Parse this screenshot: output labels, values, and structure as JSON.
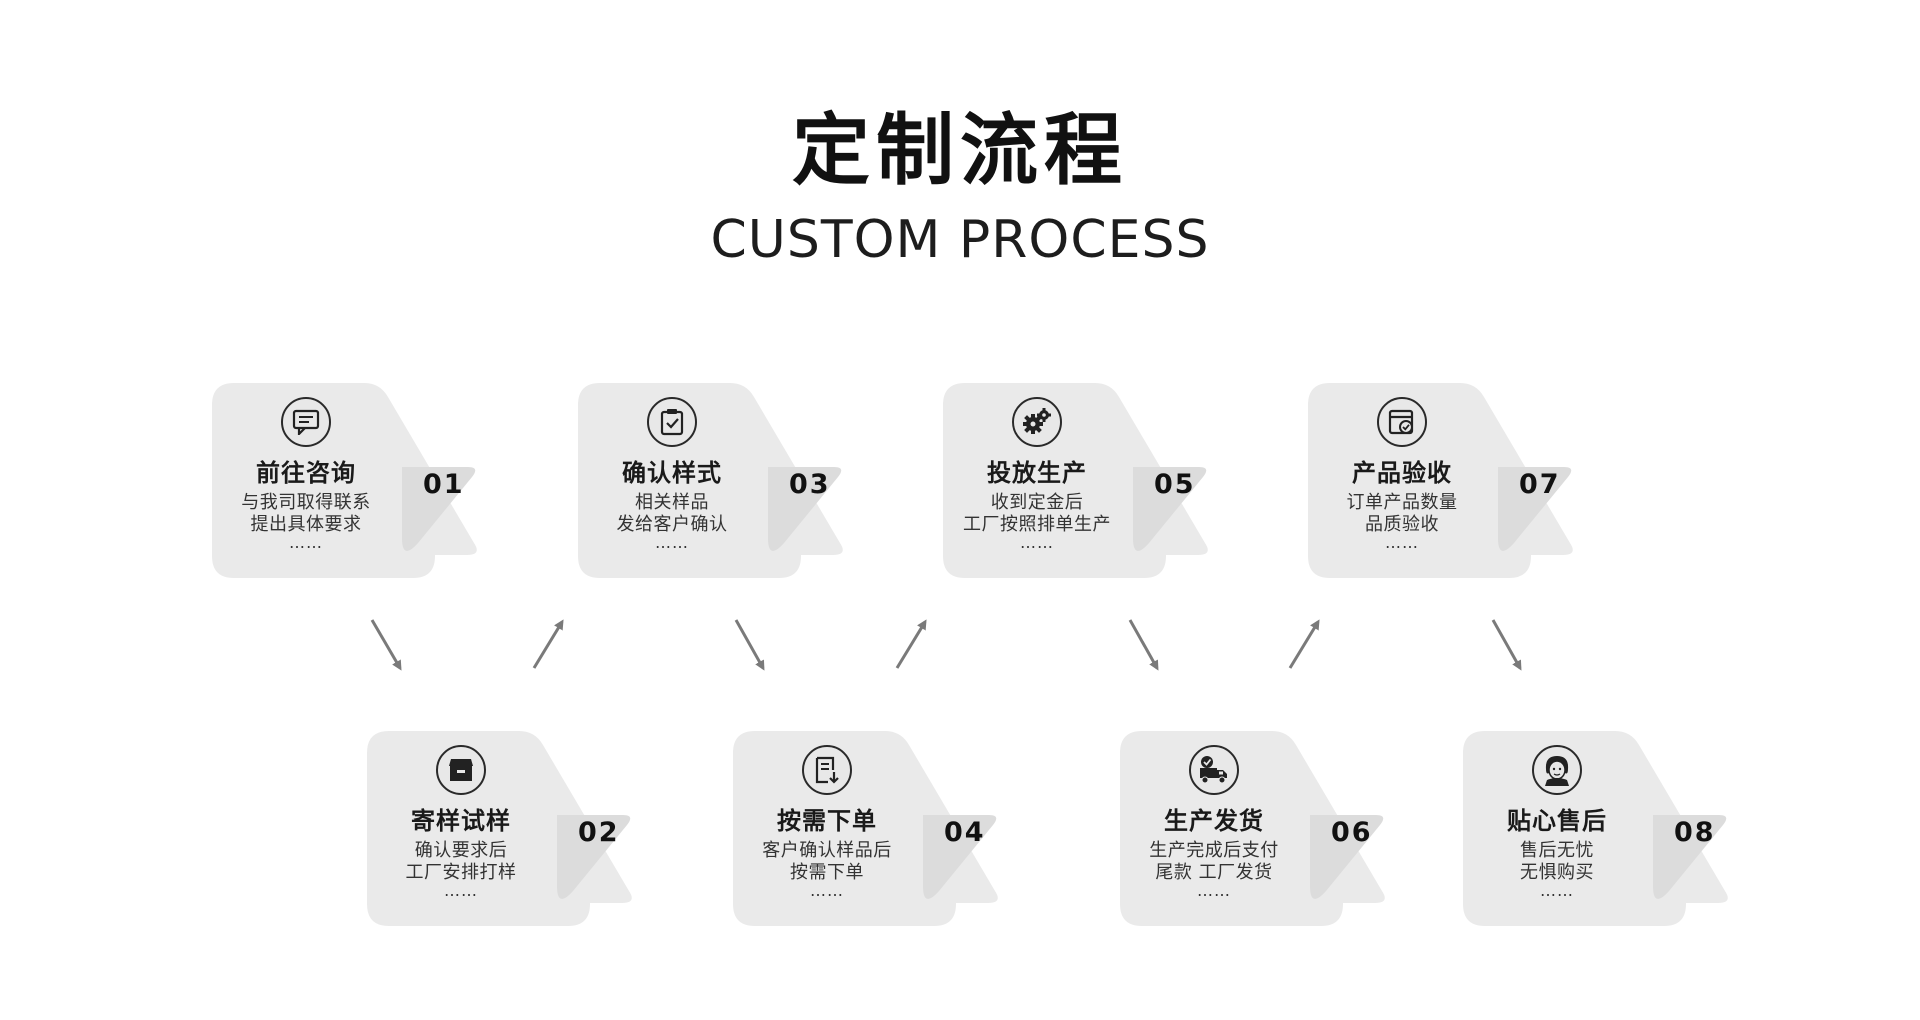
{
  "title": "定制流程",
  "subtitle": "CUSTOM PROCESS",
  "steps": [
    {
      "number": "01",
      "title": "前往咨询",
      "line1": "与我司取得联系",
      "line2": "提出具体要求",
      "line3": "……",
      "icon": "chat-icon"
    },
    {
      "number": "02",
      "title": "寄样试样",
      "line1": "确认要求后",
      "line2": "工厂安排打样",
      "line3": "……",
      "icon": "box-icon"
    },
    {
      "number": "03",
      "title": "确认样式",
      "line1": "相关样品",
      "line2": "发给客户确认",
      "line3": "……",
      "icon": "clipboard-check-icon"
    },
    {
      "number": "04",
      "title": "按需下单",
      "line1": "客户确认样品后",
      "line2": "按需下单",
      "line3": "……",
      "icon": "order-download-icon"
    },
    {
      "number": "05",
      "title": "投放生产",
      "line1": "收到定金后",
      "line2": "工厂按照排单生产",
      "line3": "……",
      "icon": "gears-icon"
    },
    {
      "number": "06",
      "title": "生产发货",
      "line1": "生产完成后支付",
      "line2": "尾款 工厂发货",
      "line3": "……",
      "icon": "delivery-truck-icon"
    },
    {
      "number": "07",
      "title": "产品验收",
      "line1": "订单产品数量",
      "line2": "品质验收",
      "line3": "……",
      "icon": "window-check-icon"
    },
    {
      "number": "08",
      "title": "贴心售后",
      "line1": "售后无忧",
      "line2": "无惧购买",
      "line3": "……",
      "icon": "customer-service-icon"
    }
  ],
  "colors": {
    "card": "#eaeaea",
    "tab": "#dcdcdc",
    "arrow": "#7a7a7a",
    "text": "#1a1a1a"
  }
}
